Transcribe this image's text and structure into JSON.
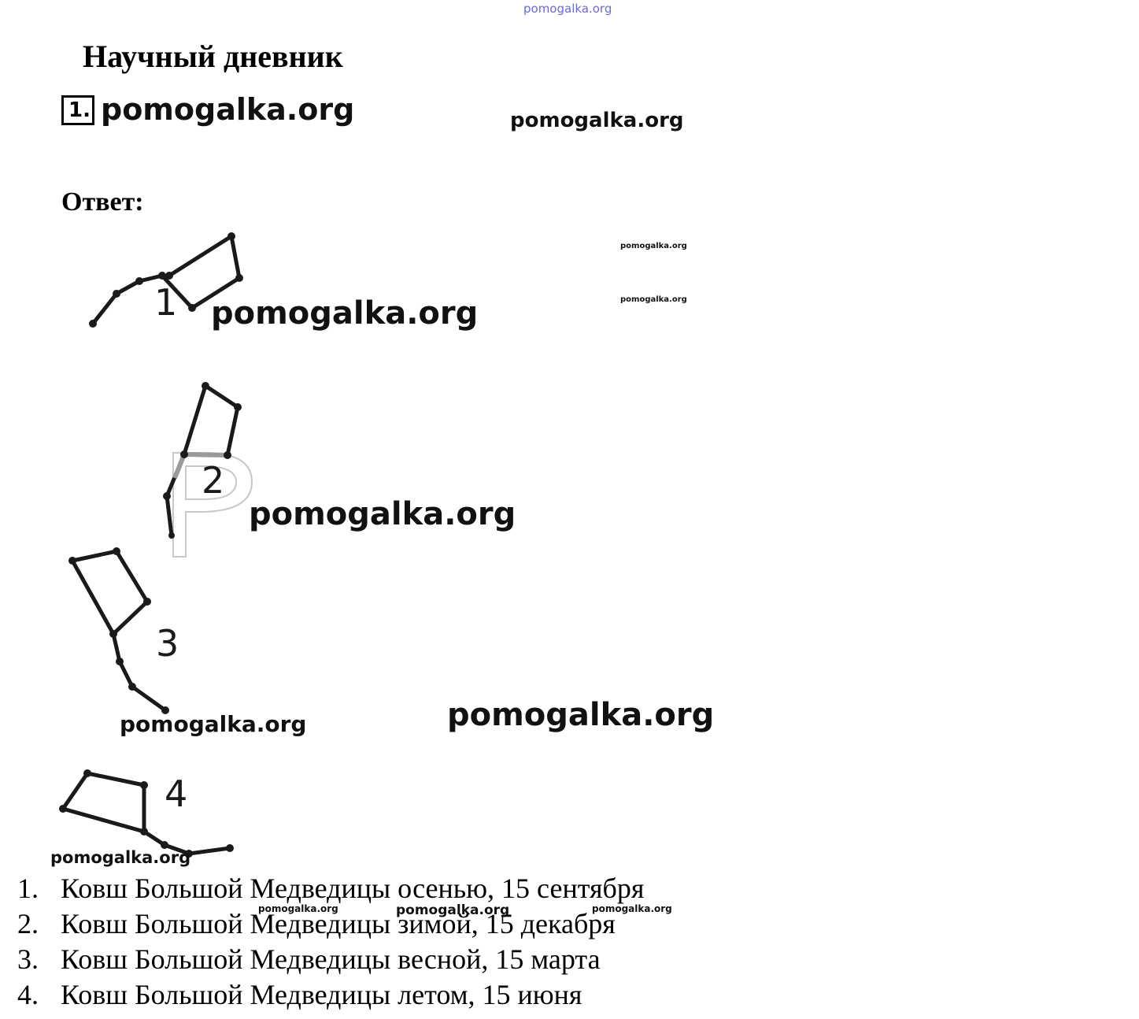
{
  "header": {
    "top_watermark": "pomogalka.org",
    "title": "Научный дневник",
    "task_number": "1.",
    "task_watermark": "pomogalka.org",
    "right_watermark": "pomogalka.org"
  },
  "answer_label": "Ответ:",
  "figures": [
    {
      "label": "1",
      "watermark": "pomogalka.org"
    },
    {
      "label": "2",
      "watermark": "pomogalka.org"
    },
    {
      "label": "3",
      "watermark": "pomogalka.org"
    },
    {
      "label": "4",
      "watermark": "pomogalka.org"
    }
  ],
  "watermarks": {
    "small_a": "pomogalka.org",
    "small_b": "pomogalka.org",
    "fig3_right": "pomogalka.org",
    "list_a": "pomogalka.org",
    "list_b": "pomogalka.org"
  },
  "list": [
    {
      "num": "1.",
      "text": "Ковш Большой Медведицы осенью, 15 сентября"
    },
    {
      "num": "2.",
      "text": "Ковш Большой Медведицы зимой, 15 декабря"
    },
    {
      "num": "3.",
      "text": "Ковш Большой Медведицы весной, 15 марта"
    },
    {
      "num": "4.",
      "text": "Ковш Большой Медведицы летом, 15 июня"
    }
  ]
}
